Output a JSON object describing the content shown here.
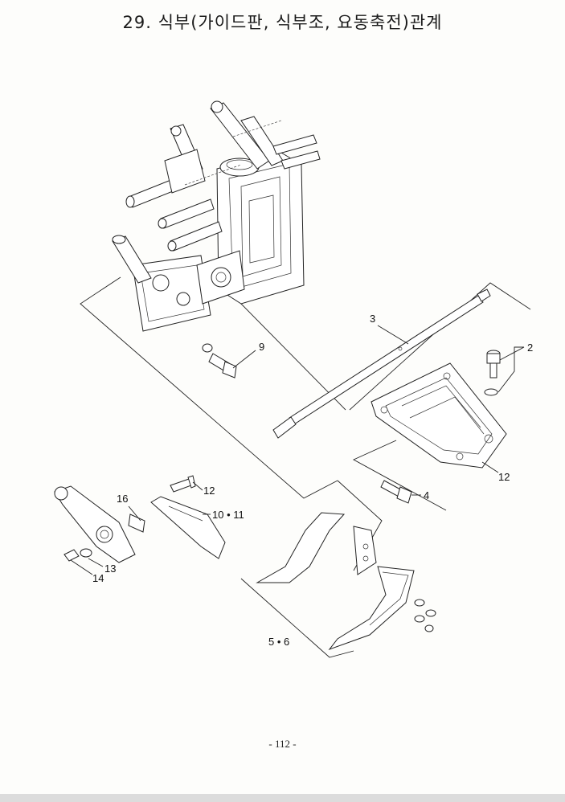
{
  "title": "29. 식부(가이드판, 식부조, 요동축전)관계",
  "page_number": "- 112 -",
  "callouts": {
    "c2": "2",
    "c3": "3",
    "c4": "4",
    "c5_6": "5 • 6",
    "c9": "9",
    "c10_11": "10 • 11",
    "c12a": "12",
    "c12b": "12",
    "c13": "13",
    "c14": "14",
    "c16": "16"
  }
}
